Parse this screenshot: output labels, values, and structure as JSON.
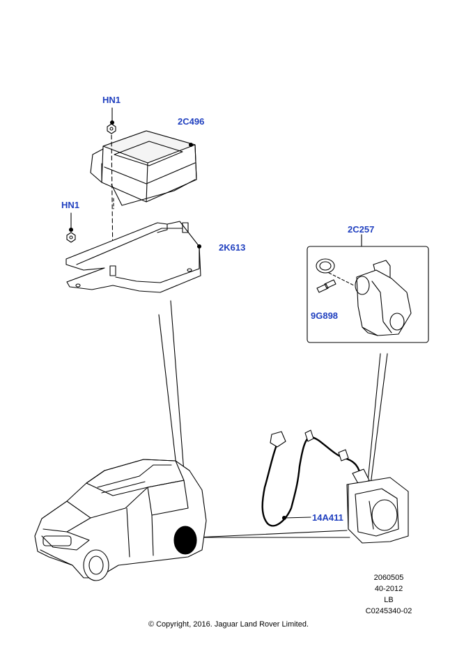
{
  "callouts": {
    "hn1_top": "HN1",
    "module": "2C496",
    "hn1_left": "HN1",
    "bracket": "2K613",
    "actuator_kit": "2C257",
    "screw_kit": "9G898",
    "harness": "14A411"
  },
  "reference": {
    "line1": "2060505",
    "line2": "40-2012",
    "line3": "LB",
    "line4": "C0245340-02"
  },
  "copyright": "© Copyright, 2016. Jaguar Land Rover Limited.",
  "colors": {
    "callout": "#1f3fbf",
    "linework": "#000000"
  }
}
